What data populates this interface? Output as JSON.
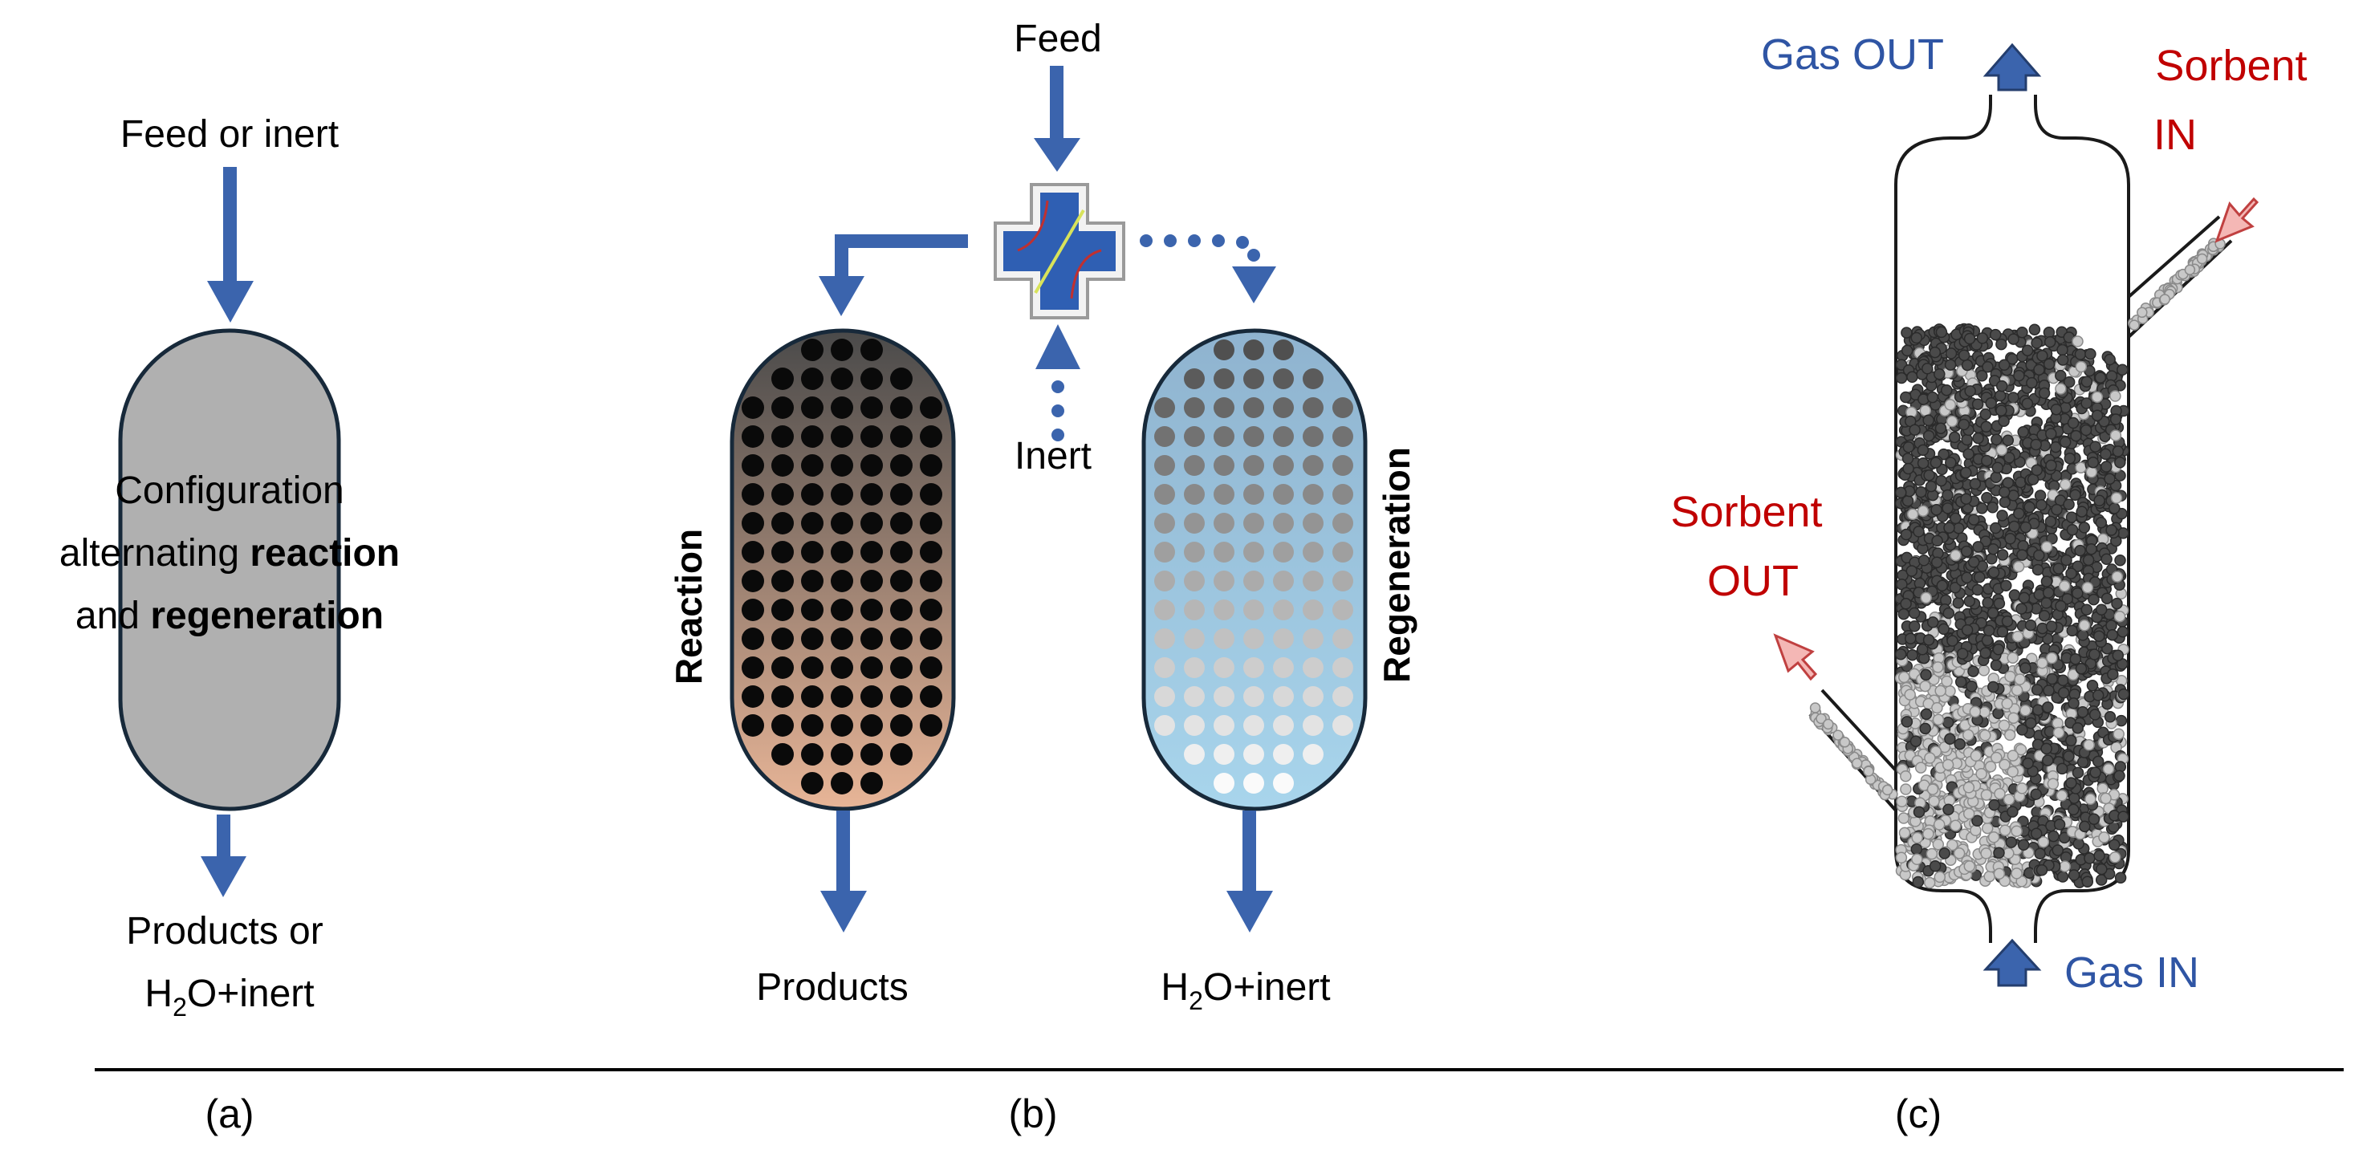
{
  "colors": {
    "arrow_blue": "#3b64ad",
    "gas_label_blue": "#2f55a4",
    "sorbent_red": "#c00000",
    "sorbent_arrow_fill": "#f4b7b5",
    "reactor_a_fill": "#b0b0b0",
    "reactor_b_top": "#555555",
    "reactor_b_bottom": "#e9b49a",
    "reactor_c_top": "#8aaac4",
    "reactor_c_bottom": "#a6d3ea",
    "particle_dark": "#4a4a4a",
    "particle_light": "#c8c8c8"
  },
  "panel_a": {
    "feed_label": "Feed or inert",
    "config_line1": "Configuration",
    "config_line2_plain": "alternating ",
    "config_line2_bold": "reaction",
    "config_line3_plain": "and ",
    "config_line3_bold": "regeneration",
    "products_line1": "Products or",
    "products_h": "H",
    "products_sub": "2",
    "products_rest": "O+inert",
    "caption": "(a)"
  },
  "panel_b": {
    "feed_label": "Feed",
    "inert_label": "Inert",
    "reaction_label": "Reaction",
    "regeneration_label": "Regeneration",
    "products_label": "Products",
    "out_h": "H",
    "out_sub": "2",
    "out_rest": "O+inert",
    "valve_icon": "four-way-valve-icon",
    "caption": "(b)"
  },
  "panel_c": {
    "gas_out_label": "Gas OUT",
    "gas_in_label": "Gas IN",
    "sorbent_in_line1": "Sorbent",
    "sorbent_in_line2": "IN",
    "sorbent_out_line1": "Sorbent",
    "sorbent_out_line2": "OUT",
    "caption": "(c)"
  }
}
